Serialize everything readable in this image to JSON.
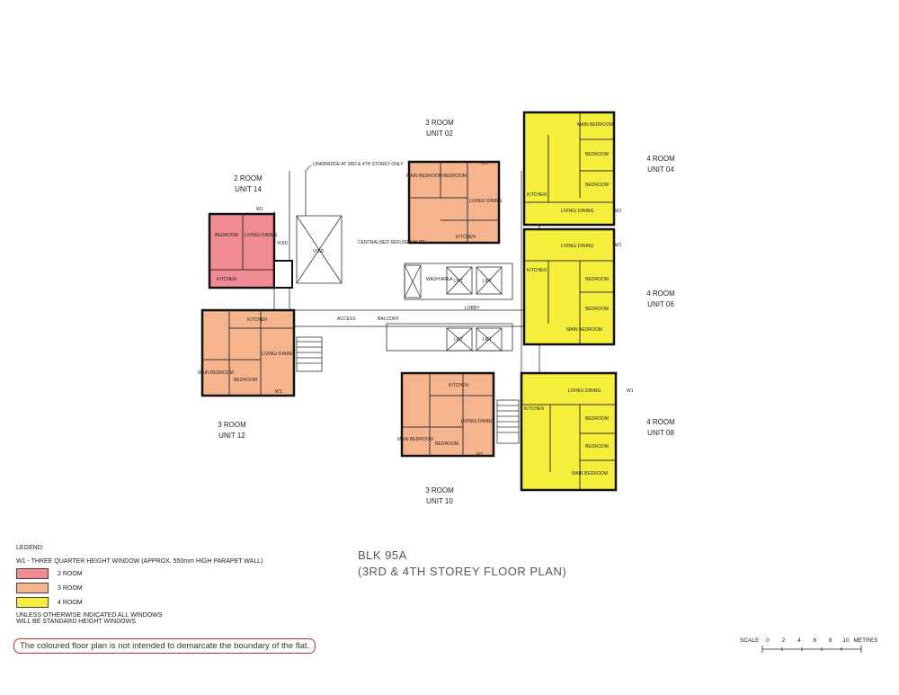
{
  "units": {
    "u14": {
      "type": "2 ROOM",
      "unit": "UNIT 14",
      "rooms": [
        "BEDROOM",
        "LIVING/ DINING",
        "KITCHEN",
        "VOID"
      ],
      "window": "W1"
    },
    "u02": {
      "type": "3 ROOM",
      "unit": "UNIT 02",
      "rooms": [
        "MAIN BEDROOM",
        "BEDROOM",
        "LIVING/ DINING",
        "KITCHEN"
      ],
      "window": "W1"
    },
    "u12": {
      "type": "3 ROOM",
      "unit": "UNIT 12",
      "rooms": [
        "KITCHEN",
        "LIVING/ DINING",
        "MAIN BEDROOM",
        "BEDROOM"
      ],
      "window": "W1"
    },
    "u10": {
      "type": "3 ROOM",
      "unit": "UNIT 10",
      "rooms": [
        "KITCHEN",
        "LIVING/ DINING",
        "MAIN BEDROOM",
        "BEDROOM"
      ],
      "window": "W1"
    },
    "u04": {
      "type": "4 ROOM",
      "unit": "UNIT 04",
      "rooms": [
        "MAIN BEDROOM",
        "BEDROOM",
        "BEDROOM",
        "KITCHEN",
        "LIVING/ DINING"
      ],
      "window": "W1"
    },
    "u06": {
      "type": "4 ROOM",
      "unit": "UNIT 06",
      "rooms": [
        "LIVING/ DINING",
        "KITCHEN",
        "BEDROOM",
        "BEDROOM",
        "MAIN BEDROOM"
      ],
      "window": "W1"
    },
    "u08": {
      "type": "4 ROOM",
      "unit": "UNIT 08",
      "rooms": [
        "LIVING/ DINING",
        "KITCHEN",
        "BEDROOM",
        "BEDROOM",
        "MAIN BEDROOM"
      ],
      "window": "W1"
    }
  },
  "annotations": {
    "linkbridge": "LINKBRIDGE AT 3RD & 4TH STOREY ONLY",
    "refuse": "CENTRALISED REFUSE CHUTE",
    "wash": "WASH AREA",
    "void": "VOID",
    "access": "ACCESS",
    "balcony": "BALCONY",
    "lobby": "LOBBY",
    "lift": "LIFT"
  },
  "legend": {
    "heading": "LEGEND:",
    "w1": "W1 - THREE QUARTER HEIGHT WINDOW (APPROX. 550mm HIGH PARAPET WALL)",
    "items": [
      {
        "label": "2 ROOM",
        "color": "#f08a94"
      },
      {
        "label": "3 ROOM",
        "color": "#f6b48c"
      },
      {
        "label": "4 ROOM",
        "color": "#f5ef3c"
      }
    ],
    "windows_note_1": "UNLESS OTHERWISE INDICATED ALL WINDOWS",
    "windows_note_2": "WILL BE STANDARD HEIGHT WINDOWS"
  },
  "note": "The coloured floor plan is not intended to demarcate the boundary of the flat.",
  "title": {
    "line1": "BLK 95A",
    "line2": "(3RD & 4TH STOREY FLOOR PLAN)"
  },
  "scale": {
    "label": "SCALE",
    "ticks": [
      "0",
      "2",
      "4",
      "6",
      "8",
      "10"
    ],
    "unit": "METRES"
  }
}
